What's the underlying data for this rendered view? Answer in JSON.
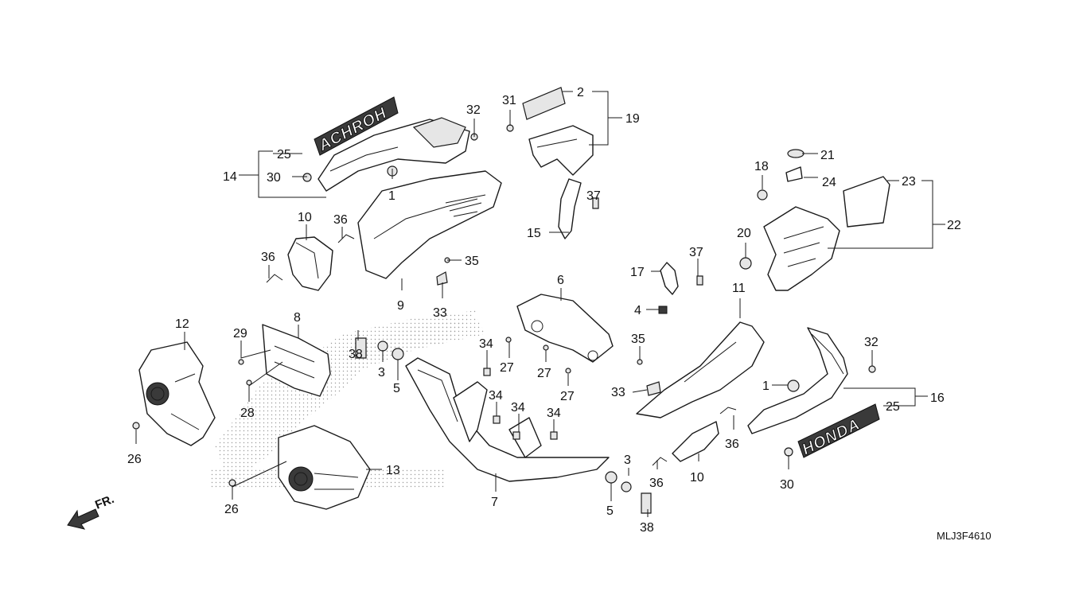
{
  "diagram_code": "MLJ3F4610",
  "front_indicator": "FR.",
  "callouts": {
    "c1a": "1",
    "c1b": "1",
    "c2": "2",
    "c3a": "3",
    "c3b": "3",
    "c4": "4",
    "c5a": "5",
    "c5b": "5",
    "c6": "6",
    "c7": "7",
    "c8": "8",
    "c9": "9",
    "c10a": "10",
    "c10b": "10",
    "c11": "11",
    "c12": "12",
    "c13": "13",
    "c14": "14",
    "c15": "15",
    "c16": "16",
    "c17": "17",
    "c18": "18",
    "c19": "19",
    "c20": "20",
    "c21": "21",
    "c22": "22",
    "c23": "23",
    "c24": "24",
    "c25a": "25",
    "c25b": "25",
    "c26a": "26",
    "c26b": "26",
    "c27a": "27",
    "c27b": "27",
    "c27c": "27",
    "c28": "28",
    "c29": "29",
    "c30a": "30",
    "c30b": "30",
    "c31": "31",
    "c32a": "32",
    "c32b": "32",
    "c33a": "33",
    "c33b": "33",
    "c34a": "34",
    "c34b": "34",
    "c34c": "34",
    "c34d": "34",
    "c35a": "35",
    "c35b": "35",
    "c36a": "36",
    "c36b": "36",
    "c36c": "36",
    "c36d": "36",
    "c37a": "37",
    "c37b": "37",
    "c38a": "38",
    "c38b": "38"
  },
  "decals": {
    "left_emblem": "ACHROH",
    "right_emblem": "HONDA"
  },
  "colors": {
    "line": "#1a1a1a",
    "background": "#ffffff"
  }
}
